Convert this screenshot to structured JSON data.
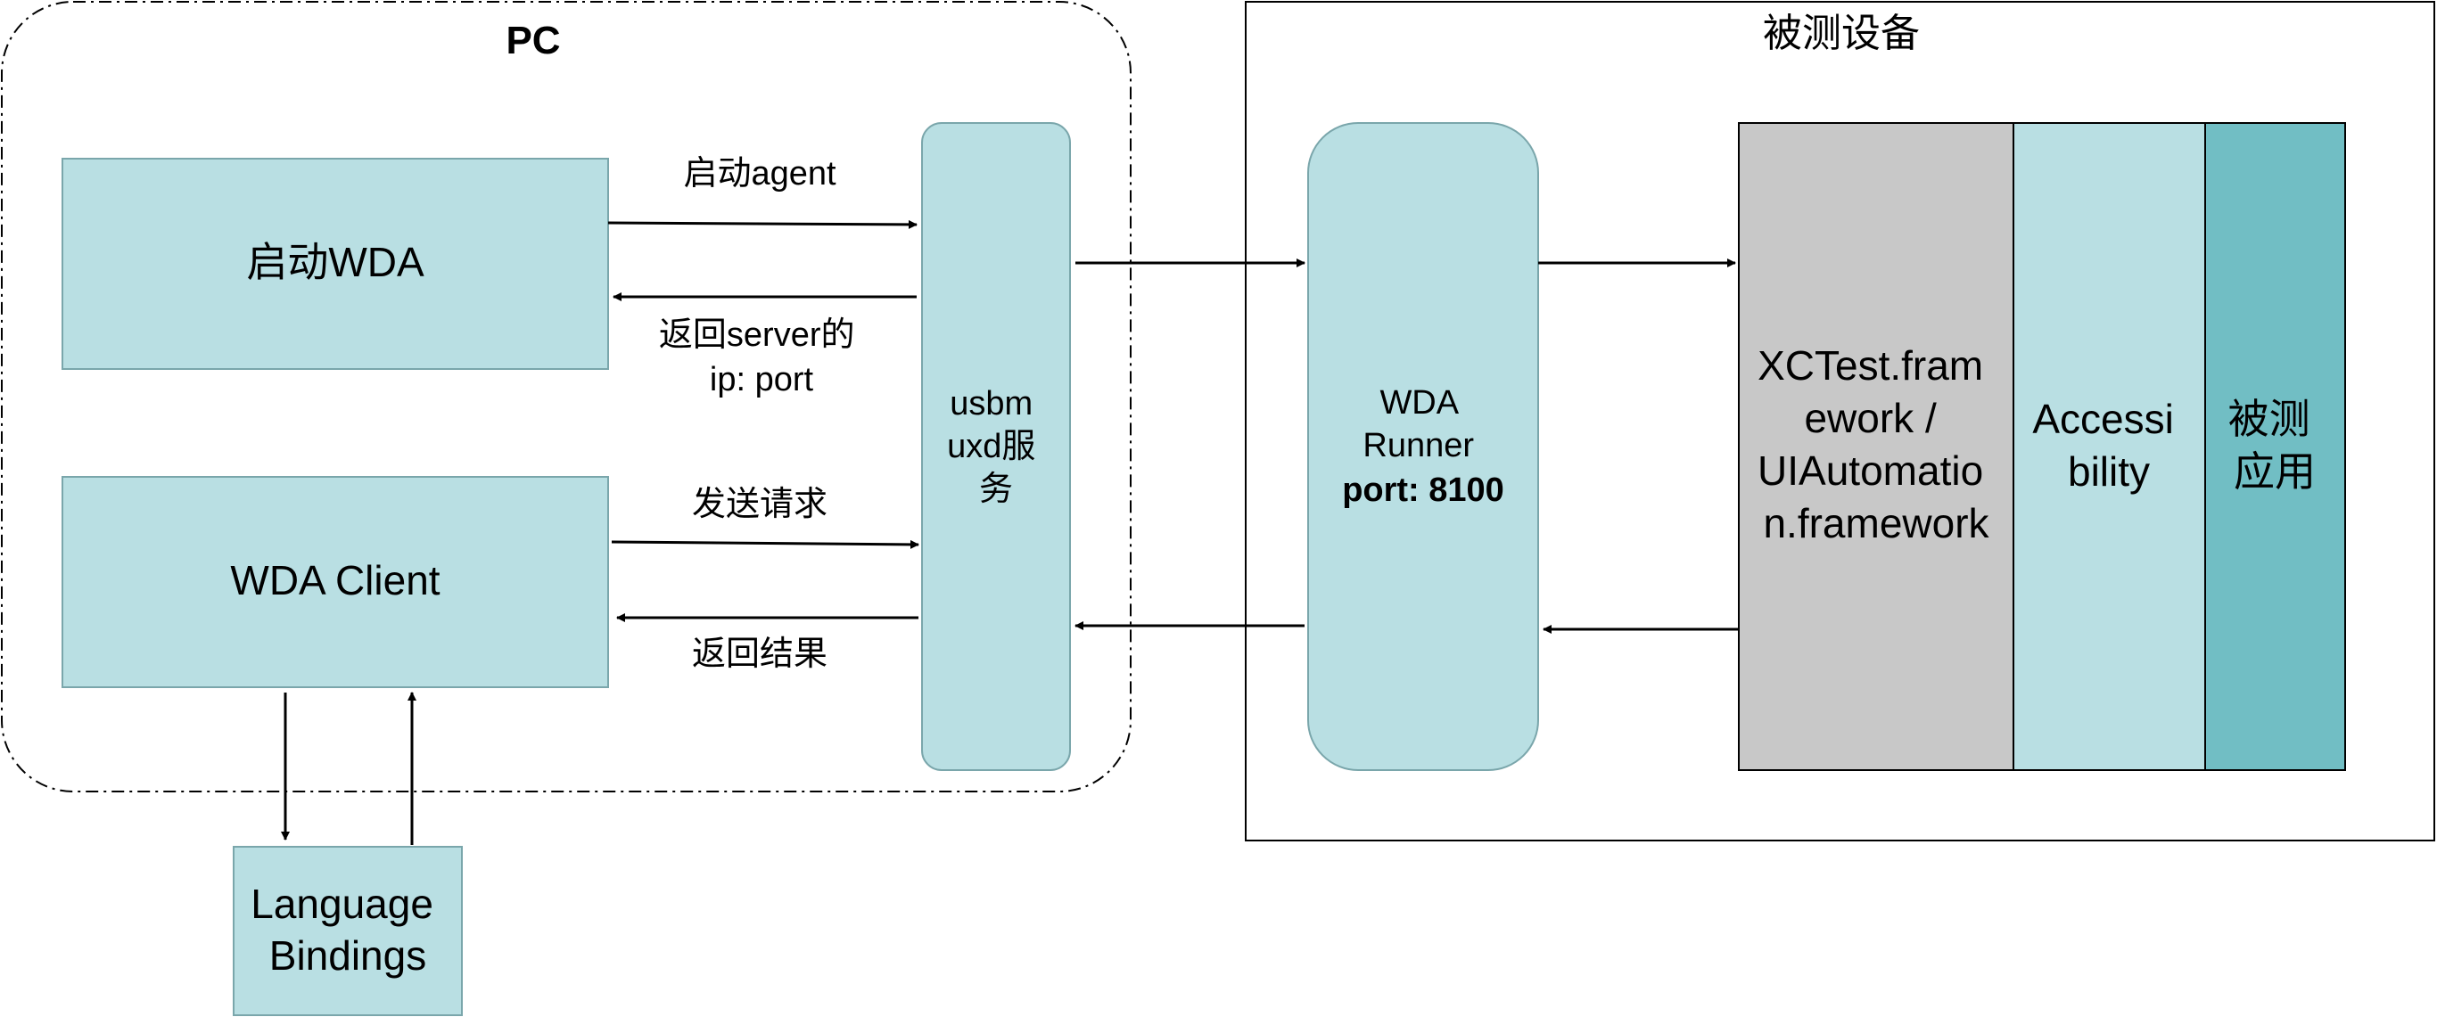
{
  "pc_group": {
    "label": "PC"
  },
  "device_group": {
    "label": "被测设备"
  },
  "boxes": {
    "start_wda": "启动WDA",
    "wda_client": "WDA Client",
    "language_bindings": [
      "Language",
      "Bindings"
    ],
    "usbmuxd": [
      "usbm",
      "uxd服",
      "务"
    ],
    "wda_runner": [
      "WDA",
      "Runner",
      "port: 8100"
    ],
    "xctest": [
      "XCTest.fram",
      "ework /",
      "UIAutomatio",
      "n.framework"
    ],
    "accessibility": [
      "Accessi",
      "bility"
    ],
    "app_under_test": [
      "被测",
      "应用"
    ]
  },
  "edge_labels": {
    "start_agent": "启动agent",
    "return_server": [
      "返回server的",
      "ip: port"
    ],
    "send_request": "发送请求",
    "return_result": "返回结果"
  },
  "colors": {
    "light_teal": "#b9dfe3",
    "teal_border": "#7aa6ab",
    "dark_teal": "#71bec4",
    "gray": "#c8c8c8",
    "line": "#000000"
  }
}
